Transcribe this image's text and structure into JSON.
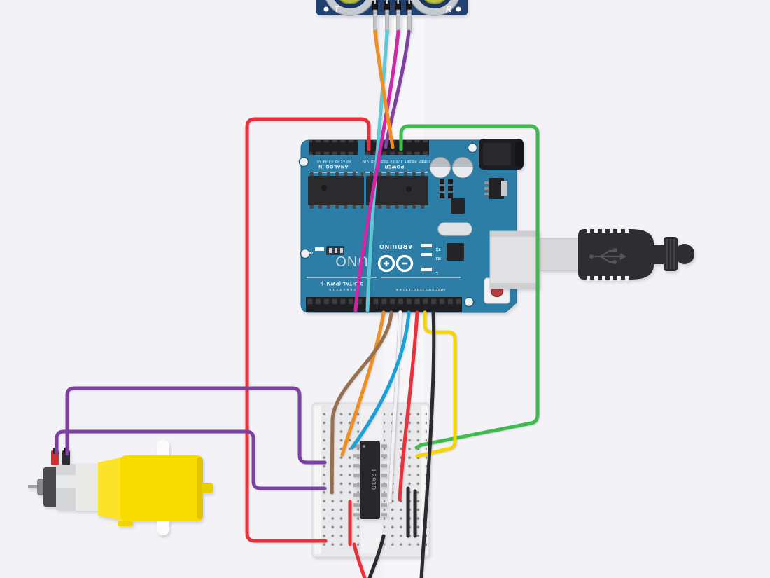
{
  "canvas": {
    "bg": "#f3f3f7",
    "soft_band": "#fafafc"
  },
  "colors": {
    "board": "#2d7ea6",
    "board_edge": "#25658a",
    "header_black": "#1f1f22",
    "sensor_board": "#214070",
    "transducer_rim": "#c6cad1",
    "transducer_center": "#b9c046",
    "breadboard": "#e9e9eb",
    "ic_body": "#28282a",
    "motor_yellow": "#f8dc00",
    "motor_silver": "#d5d6d8",
    "usb_black": "#2e2e31",
    "usb_port_gray": "#e2e2e4",
    "reset_red": "#c13a3c",
    "wire_red": "#e8313b",
    "wire_green": "#3dbb4d",
    "wire_orange": "#ef8f21",
    "wire_cyan": "#5ec8d6",
    "wire_magenta": "#cf28a5",
    "wire_purple": "#7d41a0",
    "wire_yellow": "#f4d500",
    "wire_brown": "#97714f",
    "wire_blue": "#1ba0d8",
    "wire_white": "#f2f2f4",
    "wire_black": "#2b2b2d"
  },
  "sensor": {
    "label_left": "T",
    "label_right": "R"
  },
  "arduino": {
    "brand": "ARDUINO",
    "model": "UNO",
    "label_analog": "ANALOG IN",
    "label_power": "POWER",
    "label_digital": "DIGITAL (PWM~)",
    "label_on": "ON",
    "label_tx": "TX",
    "label_rx": "RX",
    "label_l": "L",
    "pins_analog": "A0 A1 A2 A3 A4 A5",
    "pins_power": "IOREF RESET 3V3 5V GND GND VIN",
    "pins_digital_low": "7 6 5 4 3 2 1 0",
    "pins_digital_high": "AREF GND 13 12 11 10 9 8"
  },
  "breadboard": {
    "ic_label": "L293D"
  }
}
